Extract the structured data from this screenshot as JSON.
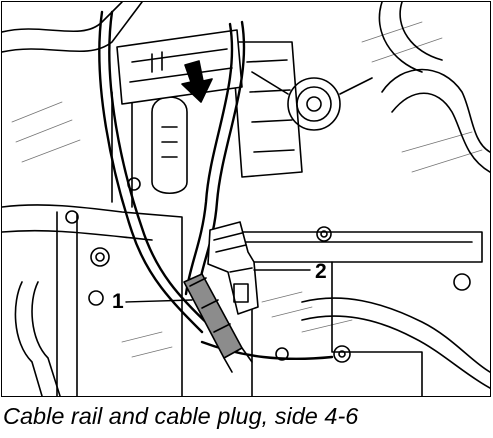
{
  "callouts": [
    {
      "label": "1"
    },
    {
      "label": "2"
    }
  ],
  "caption": "Cable rail and cable plug, side 4-6",
  "colors": {
    "line": "#000000",
    "paper": "#ffffff",
    "highlight": "#8c8c8c",
    "shade": "#cfcfcf"
  }
}
